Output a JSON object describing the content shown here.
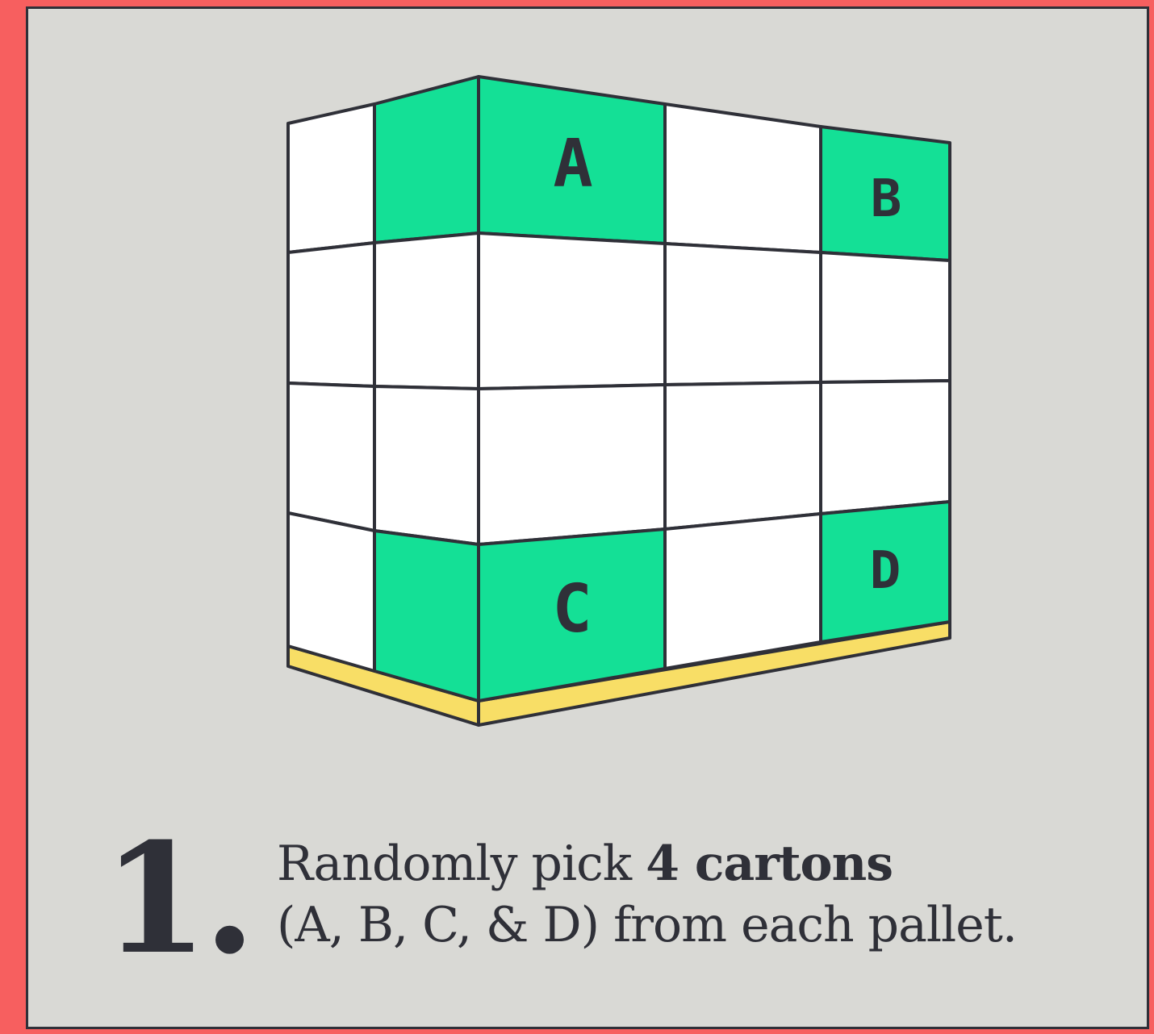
{
  "diagram": {
    "cartons": [
      {
        "label": "A"
      },
      {
        "label": "B"
      },
      {
        "label": "C"
      },
      {
        "label": "D"
      }
    ],
    "colors": {
      "frame": "#f75f5f",
      "panel": "#d9d9d5",
      "stroke": "#2f3038",
      "highlight": "#14e096",
      "carton": "#ffffff",
      "pallet": "#f8de66"
    }
  },
  "step": {
    "number": "1.",
    "text_line1_pre": "Randomly pick ",
    "text_line1_bold": "4 cartons",
    "text_line2": "(A, B, C, & D) from each pallet."
  }
}
